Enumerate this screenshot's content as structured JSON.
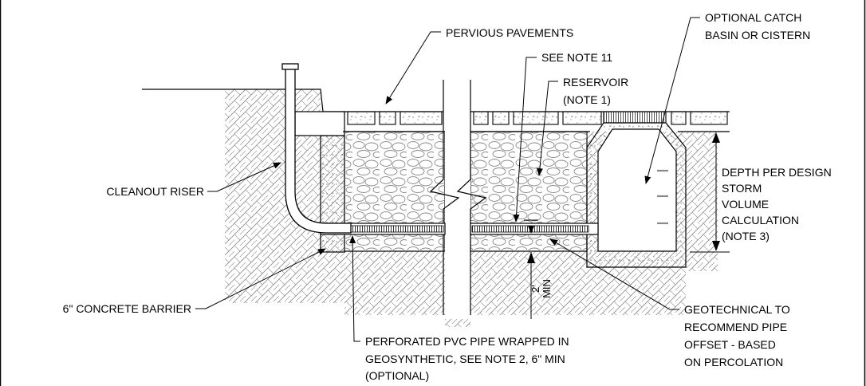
{
  "labels": {
    "optional_catch_line1": "OPTIONAL CATCH",
    "optional_catch_line2": "BASIN OR CISTERN",
    "pervious_pavements": "PERVIOUS PAVEMENTS",
    "see_note_11": "SEE NOTE 11",
    "reservoir_line1": "RESERVOIR",
    "reservoir_line2": "(NOTE 1)",
    "depth_line1": "DEPTH PER DESIGN",
    "depth_line2": "STORM",
    "depth_line3": "VOLUME",
    "depth_line4": "CALCULATION",
    "depth_line5": "(NOTE 3)",
    "cleanout_riser": "CLEANOUT RISER",
    "concrete_barrier": "6\" CONCRETE BARRIER",
    "pipe_line1": "PERFORATED PVC PIPE WRAPPED IN",
    "pipe_line2": "GEOSYNTHETIC, SEE NOTE 2,  6\" MIN",
    "pipe_line3": "(OPTIONAL)",
    "geo_line1": "GEOTECHNICAL TO",
    "geo_line2": "RECOMMEND PIPE",
    "geo_line3": "OFFSET - BASED",
    "geo_line4": "ON PERCOLATION",
    "min_dim_value": "2'",
    "min_dim_unit": "MIN"
  }
}
